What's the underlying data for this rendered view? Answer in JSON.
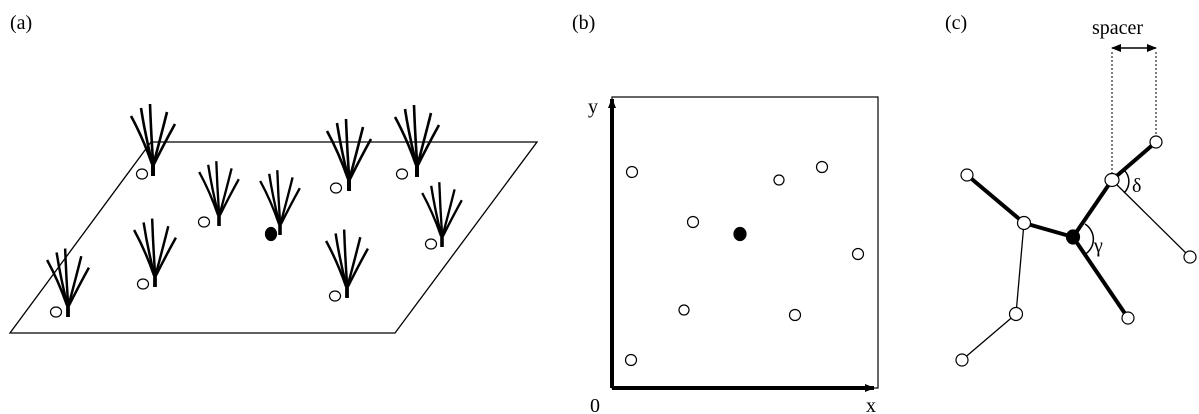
{
  "panels": {
    "a": {
      "label": "(a)"
    },
    "b": {
      "label": "(b)",
      "axis_y": "y",
      "axis_x": "x",
      "origin": "0"
    },
    "c": {
      "label": "(c)",
      "spacer": "spacer",
      "gamma": "γ",
      "delta": "δ"
    }
  },
  "colors": {
    "ink": "#000000",
    "background": "#ffffff"
  }
}
